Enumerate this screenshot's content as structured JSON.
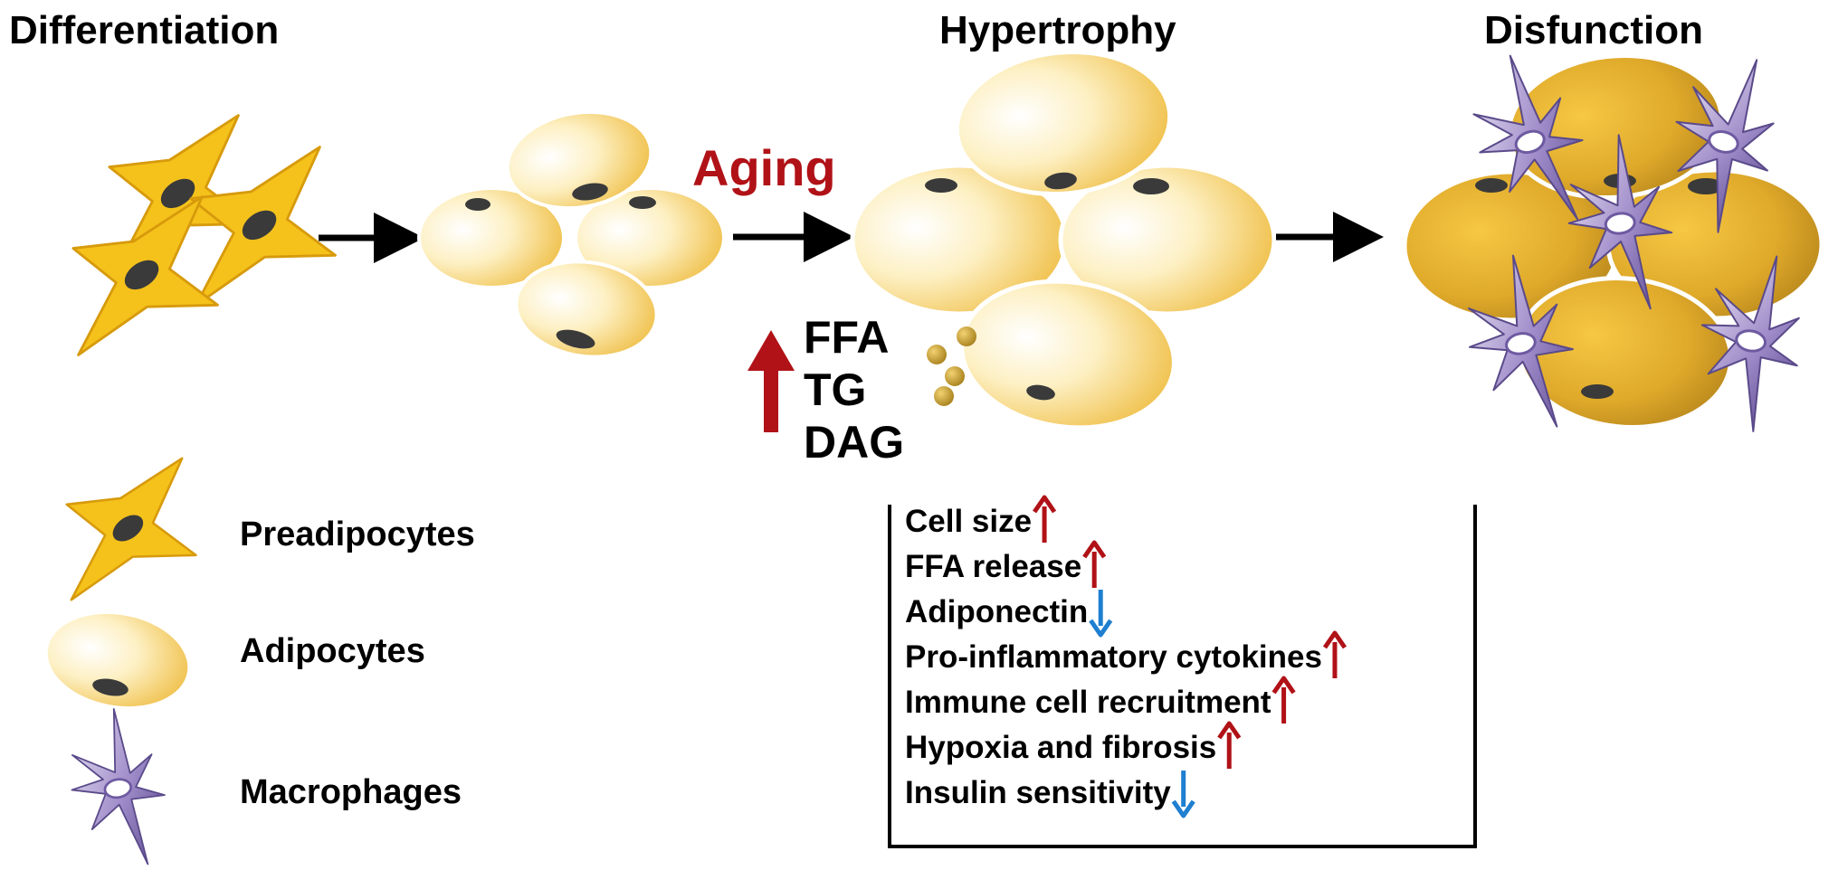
{
  "stages": {
    "differentiation": "Differentiation",
    "hypertrophy": "Hypertrophy",
    "dysfunction": "Disfunction"
  },
  "aging_label": "Aging",
  "molecules": [
    "FFA",
    "TG",
    "DAG"
  ],
  "legend": {
    "preadipocytes": "Preadipocytes",
    "adipocytes": "Adipocytes",
    "macrophages": "Macrophages"
  },
  "effects": [
    {
      "label": "Cell size",
      "direction": "up"
    },
    {
      "label": "FFA release",
      "direction": "up"
    },
    {
      "label": "Adiponectin",
      "direction": "down"
    },
    {
      "label": "Pro-inflammatory cytokines",
      "direction": "up"
    },
    {
      "label": "Immune cell recruitment",
      "direction": "up"
    },
    {
      "label": "Hypoxia and fibrosis",
      "direction": "up"
    },
    {
      "label": "Insulin sensitivity",
      "direction": "down"
    }
  ],
  "colors": {
    "increase_arrow": "#b01217",
    "decrease_arrow": "#1f7fd0",
    "adipocyte_light": "#fff3c4",
    "adipocyte_dark": "#e8b52a",
    "preadipocyte": "#f5c21b",
    "macrophage": "#8a76b8",
    "nucleus": "#3a3a3a"
  }
}
